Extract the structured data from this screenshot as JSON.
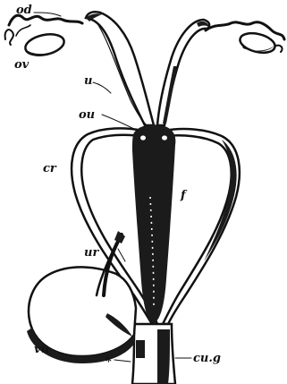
{
  "figure": {
    "labels": {
      "od": "od",
      "ov": "ov",
      "u": "u",
      "ou": "ou",
      "cr": "cr",
      "f": "f",
      "ur": "ur",
      "vu": "vu",
      "cug": "cu.g",
      "star": "*"
    },
    "colors": {
      "ink": "#111111",
      "paper": "#ffffff"
    }
  }
}
